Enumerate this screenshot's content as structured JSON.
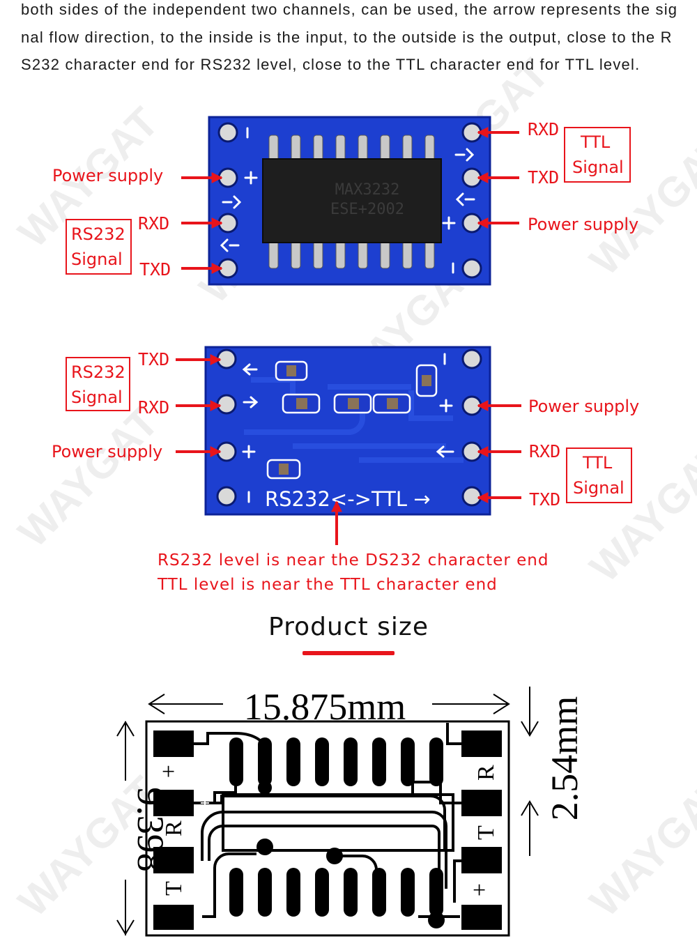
{
  "intro_text": "both sides of the independent two channels, can be used, the arrow represents the signal flow direction, to the inside is the input, to the outside is the output, close to the RS232 character end for RS232 level, close to the TTL character end for TTL level.",
  "top_board": {
    "chip_line1": "MAX3232",
    "chip_line2": "ESE+2002",
    "left": {
      "power_supply": "Power supply",
      "rxd": "RXD",
      "txd": "TXD",
      "box_line1": "RS232",
      "box_line2": "Signal"
    },
    "right": {
      "rxd": "RXD",
      "txd": "TXD",
      "power_supply": "Power supply",
      "box_line1": "TTL",
      "box_line2": "Signal"
    }
  },
  "bottom_board": {
    "silk_text": "RS232<->TTL →",
    "left": {
      "txd": "TXD",
      "rxd": "RXD",
      "power_supply": "Power supply",
      "box_line1": "RS232",
      "box_line2": "Signal"
    },
    "right": {
      "power_supply": "Power supply",
      "rxd": "RXD",
      "txd": "TXD",
      "box_line1": "TTL",
      "box_line2": "Signal"
    },
    "note_line1": "RS232 level is near the DS232 character end",
    "note_line2": "TTL level is near the TTL character end"
  },
  "product_size": {
    "heading": "Product size",
    "width_dim": "15.875mm",
    "height_dim": "9.398",
    "pitch_dim": "2.54mm",
    "pad_marks": {
      "plus_left": "+",
      "r_left": "R",
      "t_left": "T",
      "r_right": "R",
      "t_right": "T",
      "plus_right": "+"
    }
  },
  "watermark": "WAYGAT",
  "colors": {
    "label_red": "#e8141b",
    "pcb_blue": "#1d3fd0",
    "chip_black": "#1e1e1e"
  }
}
